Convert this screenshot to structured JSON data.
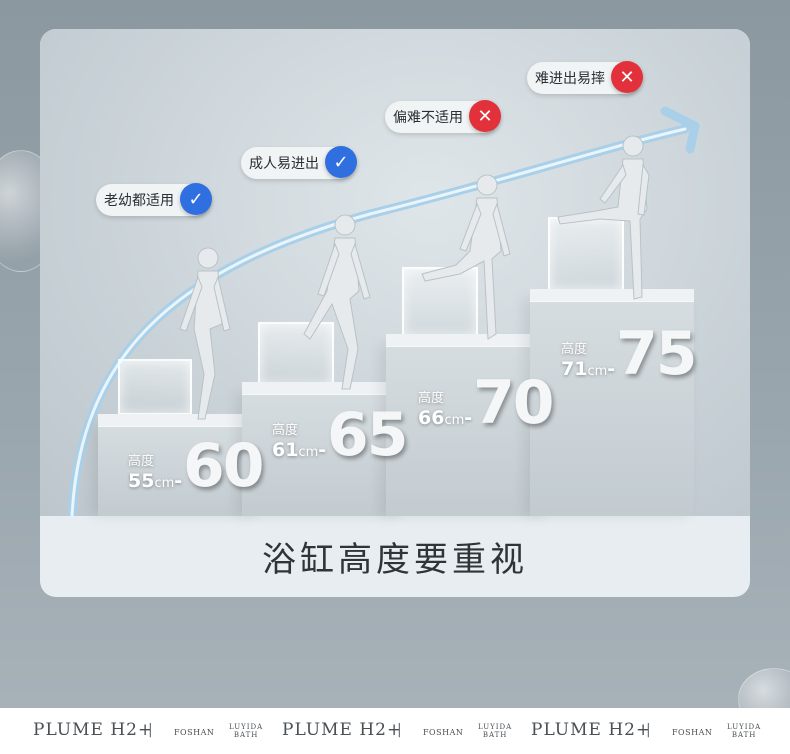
{
  "caption": "浴缸高度要重视",
  "tags": [
    {
      "label": "老幼都适用",
      "status": "check"
    },
    {
      "label": "成人易进出",
      "status": "check"
    },
    {
      "label": "偏难不适用",
      "status": "cross"
    },
    {
      "label": "难进出易摔",
      "status": "cross"
    }
  ],
  "steps": [
    {
      "label": "高度",
      "range": "55",
      "unit": "cm",
      "dash": "-",
      "value": "60"
    },
    {
      "label": "高度",
      "range": "61",
      "unit": "cm",
      "dash": "-",
      "value": "65"
    },
    {
      "label": "高度",
      "range": "66",
      "unit": "cm",
      "dash": "-",
      "value": "70"
    },
    {
      "label": "高度",
      "range": "71",
      "unit": "cm",
      "dash": "-",
      "value": "75"
    }
  ],
  "colors": {
    "check": "#2f6fe0",
    "cross": "#e2313a",
    "arrow": "#a9d0e8"
  },
  "icons": {
    "check": "✓",
    "cross": "✕"
  },
  "footer": {
    "groups": [
      {
        "brand": "PLUME H2+",
        "sep": "|",
        "city": "FOSHAN",
        "lu_top": "LUYIDA",
        "lu_bottom": "BATH"
      },
      {
        "brand": "PLUME H2+",
        "sep": "|",
        "city": "FOSHAN",
        "lu_top": "LUYIDA",
        "lu_bottom": "BATH"
      },
      {
        "brand": "PLUME H2+",
        "sep": "|",
        "city": "FOSHAN",
        "lu_top": "LUYIDA",
        "lu_bottom": "BATH"
      }
    ]
  }
}
